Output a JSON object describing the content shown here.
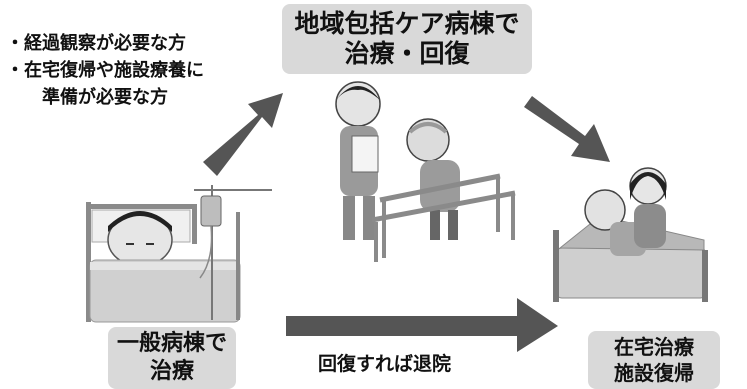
{
  "conditions": {
    "line1": "・経過観察が必要な方",
    "line2": "・在宅復帰や施設療養に",
    "line3": "準備が必要な方"
  },
  "top_box": {
    "line1": "地域包括ケア病棟で",
    "line2": "治療・回復"
  },
  "left_box": {
    "line1": "一般病棟で",
    "line2": "治療"
  },
  "right_box": {
    "line1": "在宅治療",
    "line2": "施設復帰"
  },
  "bottom_caption": "回復すれば退院",
  "colors": {
    "box_fill": "#d9d9d9",
    "arrow": "#555555",
    "bed": "#d0d0d0",
    "illustration_gray": "#8a8a8a"
  }
}
